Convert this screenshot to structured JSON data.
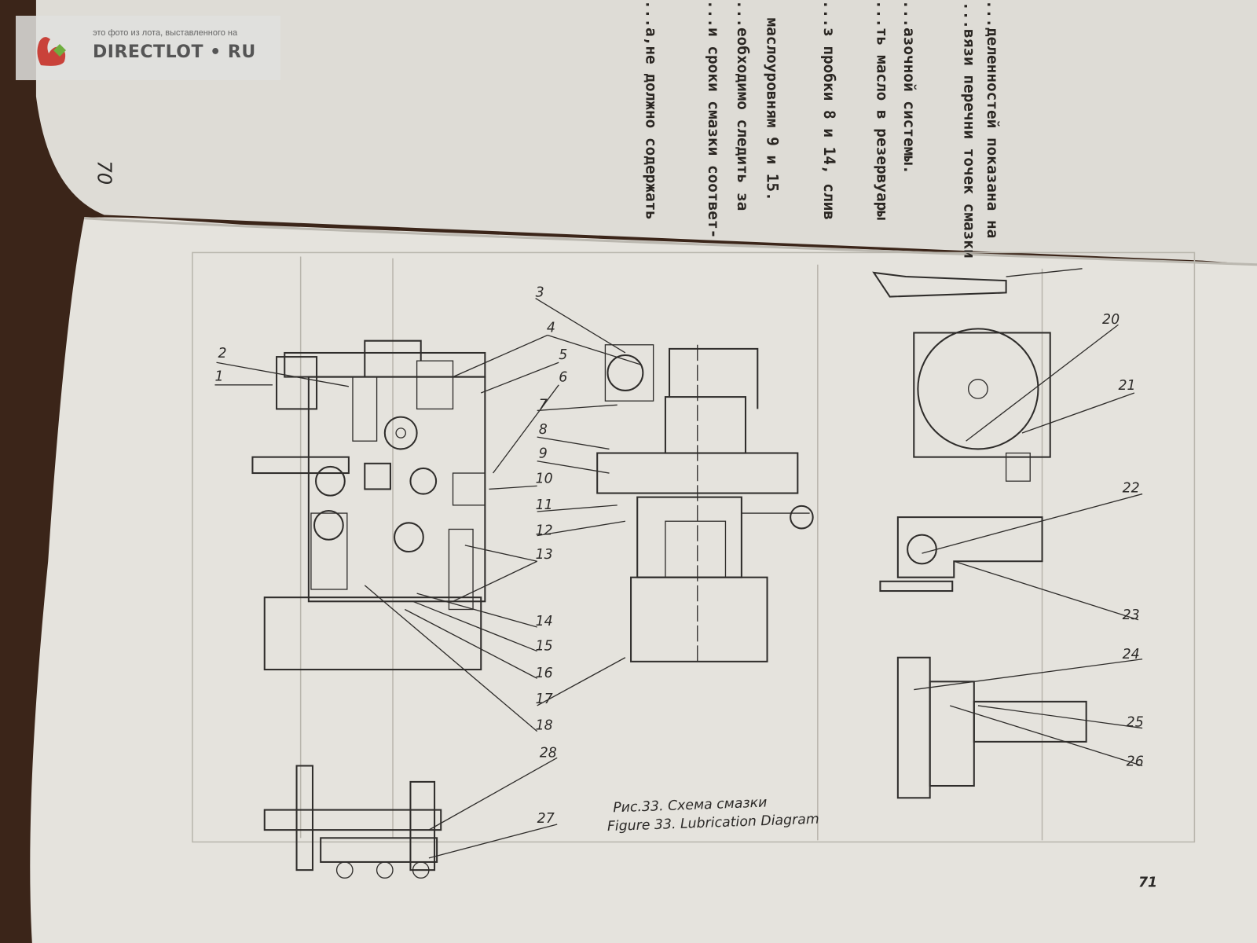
{
  "watermark": {
    "caption": "это фото из лота, выставленного на",
    "brand": "DIRECTLOT • RU"
  },
  "top_page": {
    "page_number": "70",
    "lines": [
      "...деленностей показана на",
      "...вязи перечни точек смазки",
      "...азочной системы.",
      "...ть масло в резервуары",
      "...з пробки 8 и 14, слив",
      "маслоуровням 9 и 15.",
      "...еобходимо следить за",
      "...и сроки смазки соответ-",
      "...а,не должно содержать"
    ]
  },
  "bottom_page": {
    "page_number": "71",
    "caption_ru": "Рис.33. Схема смазки",
    "caption_en": "Figure 33. Lubrication Diagram",
    "callouts": [
      "1",
      "2",
      "3",
      "4",
      "5",
      "6",
      "7",
      "8",
      "9",
      "10",
      "11",
      "12",
      "13",
      "14",
      "15",
      "16",
      "17",
      "18",
      "20",
      "21",
      "22",
      "23",
      "24",
      "25",
      "26",
      "27",
      "28"
    ]
  },
  "colors": {
    "background": "#3a2418",
    "page": "#e4e2dc",
    "ink": "#2f2d2b"
  }
}
